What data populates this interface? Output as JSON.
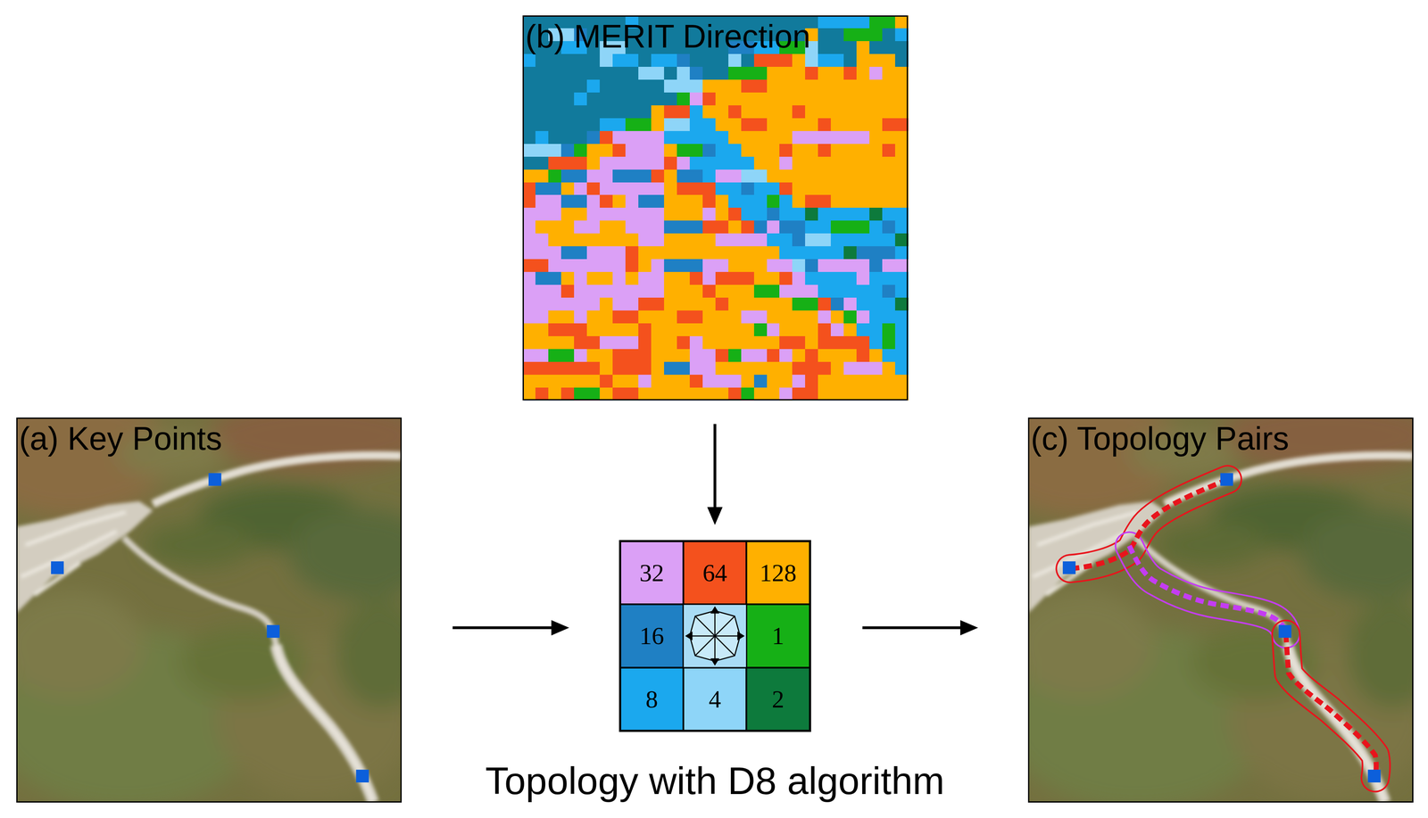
{
  "diagram": {
    "nodes": [
      {
        "text": [
          "(b) MERIT Direction"
        ]
      },
      {
        "text": [
          "(a) Key Points"
        ]
      },
      {
        "text": [
          "Topology with D8 algorithm"
        ]
      },
      {
        "text": [
          "32"
        ],
        "in": 2
      },
      {
        "text": [
          "64"
        ],
        "in": 2
      },
      {
        "text": [
          "128"
        ],
        "in": 2
      },
      {
        "text": [
          "16"
        ],
        "in": 2
      },
      {
        "text": [
          "1"
        ],
        "in": 2
      },
      {
        "text": [
          "8"
        ],
        "in": 2
      },
      {
        "text": [
          "4"
        ],
        "in": 2
      },
      {
        "text": [
          "2"
        ],
        "in": 2
      },
      {
        "text": [
          "(c) Topology Pairs"
        ]
      }
    ],
    "edges": [
      {
        "from": 0,
        "to": 2,
        "arrow": "to"
      },
      {
        "from": 1,
        "to": 2,
        "arrow": "to"
      },
      {
        "from": 2,
        "to": 11,
        "arrow": "to"
      }
    ]
  }
}
